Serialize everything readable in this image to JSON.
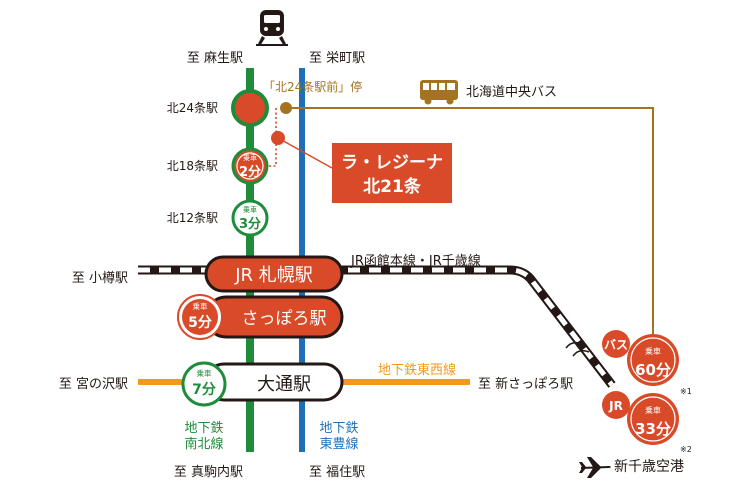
{
  "destinations": {
    "north_green": "至 麻生駅",
    "north_blue": "至 栄町駅",
    "west_jr": "至 小樽駅",
    "west_orange": "至 宮の沢駅",
    "east_orange": "至 新さっぽろ駅",
    "south_green": "至 真駒内駅",
    "south_blue": "至 福住駅"
  },
  "stations": {
    "kita24": "北24条駅",
    "kita18": "北18条駅",
    "kita12": "北12条駅",
    "jr_sapporo": "JR 札幌駅",
    "sapporo": "さっぽろ駅",
    "odori": "大通駅"
  },
  "ride_badges": {
    "ride_label": "乗車",
    "kita18": "2分",
    "kita12": "3分",
    "sapporo": "5分",
    "odori": "7分"
  },
  "lines": {
    "jr": "JR函館本線・JR千歳線",
    "tozai": "地下鉄東西線",
    "nanboku_1": "地下鉄",
    "nanboku_2": "南北線",
    "toho_1": "地下鉄",
    "toho_2": "東豊線"
  },
  "bus": {
    "stop": "「北24条駅前」停",
    "company": "北海道中央バス"
  },
  "property": {
    "line1": "ラ・レジーナ",
    "line2": "北21条"
  },
  "airport": {
    "name": "新千歳空港",
    "bus_label": "バス",
    "bus_time": "60分",
    "bus_note": "※1",
    "jr_label": "JR",
    "jr_time": "33分",
    "jr_note": "※2"
  },
  "colors": {
    "green": "#1e8c3a",
    "blue": "#1f6fb7",
    "orange": "#f39a1e",
    "red": "#d94a29",
    "bus_brown": "#a4731f",
    "dark_red": "#b5301a",
    "ink": "#231815"
  },
  "icons": [
    "train-icon",
    "bus-icon",
    "airplane-icon"
  ]
}
